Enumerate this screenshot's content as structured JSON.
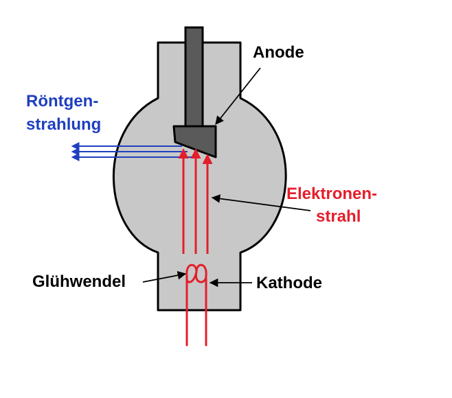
{
  "labels": {
    "anode": "Anode",
    "xray_line1": "Röntgen-",
    "xray_line2": "strahlung",
    "beam_line1": "Elektronen-",
    "beam_line2": "strahl",
    "filament": "Glühwendel",
    "cathode": "Kathode"
  },
  "colors": {
    "tube_fill": "#c8c8c8",
    "anode_fill": "#5a5a5a",
    "outline": "#000000",
    "xray": "#1f3fbf",
    "electron": "#e51e2b",
    "text": "#000000"
  }
}
